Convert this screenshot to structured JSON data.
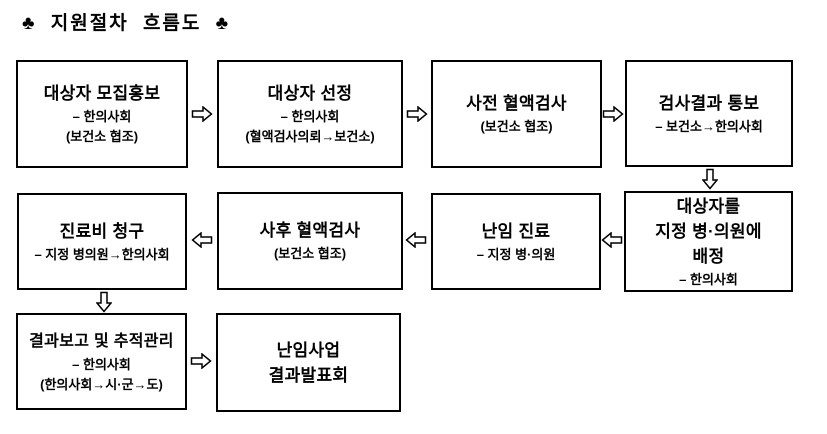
{
  "title": "♣  지원절차  흐름도  ♣",
  "colors": {
    "background": "#ffffff",
    "box_border": "#000000",
    "text": "#000000",
    "arrow_outline": "#000000",
    "arrow_fill": "#ffffff"
  },
  "icons": {
    "flow_arrow_right": "⇨",
    "flow_arrow_left": "⇦",
    "flow_arrow_down": "⇩"
  },
  "boxes": [
    {
      "title": "대상자 모집홍보",
      "sub1": "– 한의사회",
      "sub2": "(보건소 협조)"
    },
    {
      "title": "대상자 선정",
      "sub1": "– 한의사회",
      "sub2": "(혈액검사의뢰→보건소)"
    },
    {
      "title": "사전 혈액검사",
      "sub1": "(보건소 협조)"
    },
    {
      "title": "검사결과 통보",
      "sub1": "– 보건소→한의사회"
    },
    {
      "title": "대상자를",
      "title2": "지정 병·의원에",
      "title3": "배정",
      "sub1": "– 한의사회"
    },
    {
      "title": "난임 진료",
      "sub1": "– 지정 병·의원"
    },
    {
      "title": "사후 혈액검사",
      "sub1": "(보건소 협조)"
    },
    {
      "title": "진료비 청구",
      "sub1": "– 지정 병의원→한의사회"
    },
    {
      "title": "결과보고 및 추적관리",
      "sub1": "– 한의사회",
      "sub2": "(한의사회→시·군→도)"
    },
    {
      "title": "난임사업",
      "title2": "결과발표회"
    }
  ]
}
